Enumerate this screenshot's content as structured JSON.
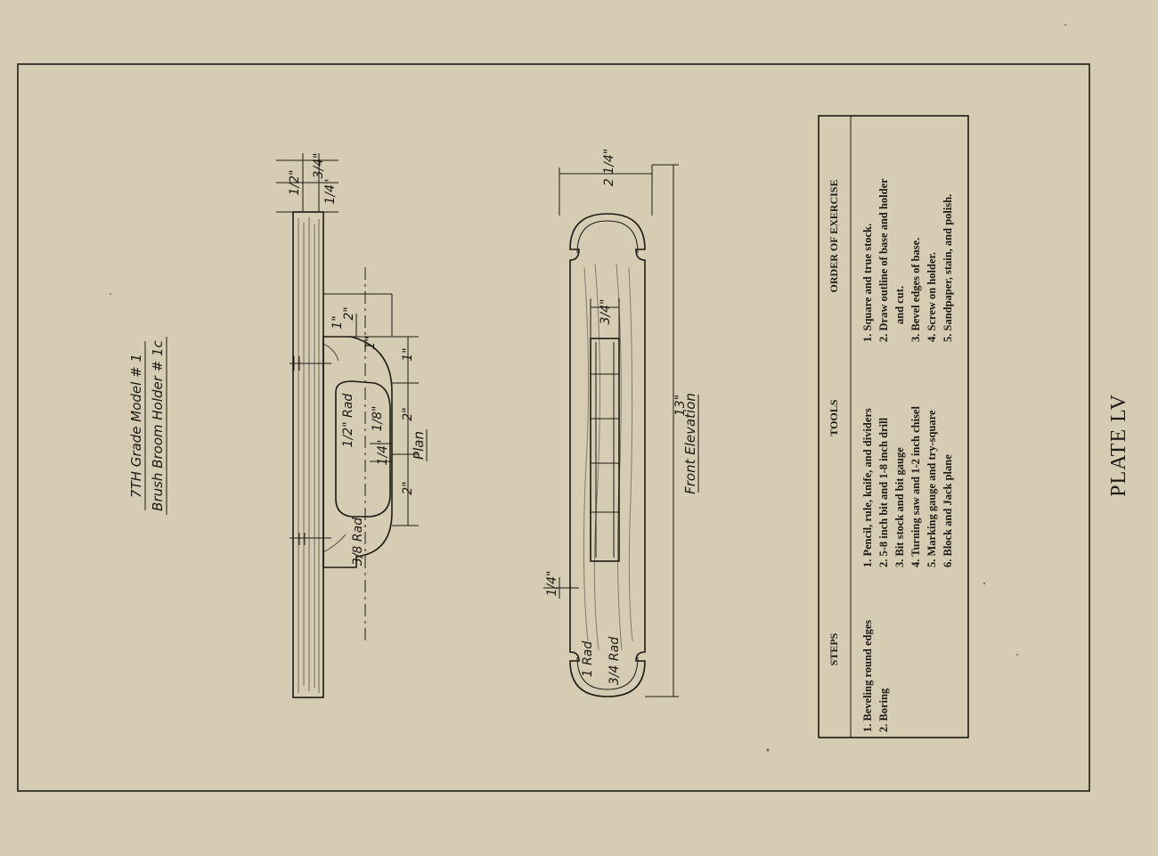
{
  "drawing": {
    "title_line1": "7TH Grade  Model # 1",
    "title_line2": "Brush Broom Holder  # 1c",
    "plan_label": "Plan",
    "front_elevation_label": "Front Elevation",
    "dims": {
      "plan_2_top": "2\"",
      "plan_1_a": "1\"",
      "plan_1_b": "1\"",
      "plan_1_c": "1\"",
      "plan_2_mid": "2\"",
      "plan_2_low": "2\"",
      "plan_1_8": "1/8\"",
      "plan_1_4": "1/4\"",
      "plan_rad_a": "1/2\" Rad",
      "plan_rad_b": "3/8 Rad",
      "plan_half": "1/2\"",
      "plan_3_4": "3/4\"",
      "plan_1_4_top": "1/4\"",
      "fe_2_1_4": "2 1/4\"",
      "fe_3_4": "3/4\"",
      "fe_13": "13\"",
      "fe_1_4": "1/4\"",
      "fe_rad_1": "1 Rad",
      "fe_rad_3_4": "3/4 Rad"
    }
  },
  "table": {
    "headers": {
      "steps": "STEPS",
      "tools": "TOOLS",
      "order": "ORDER OF EXERCISE"
    },
    "steps": [
      "1. Beveling round edges",
      "2. Boring"
    ],
    "tools": [
      "1. Pencil, rule, knife, and dividers",
      "2. 5-8 inch bit and 1-8 inch drill",
      "3. Bit stock and bit gauge",
      "4. Turning saw and 1-2 inch chisel",
      "5. Marking gauge and try-square",
      "6. Block and Jack plane"
    ],
    "order": [
      "1. Square and true stock.",
      "2. Draw outline of base and holder",
      "and cut.",
      "3. Bevel edges of base.",
      "4. Screw on holder.",
      "5. Sandpaper, stain, and polish."
    ]
  },
  "plate_label": "PLATE LV"
}
